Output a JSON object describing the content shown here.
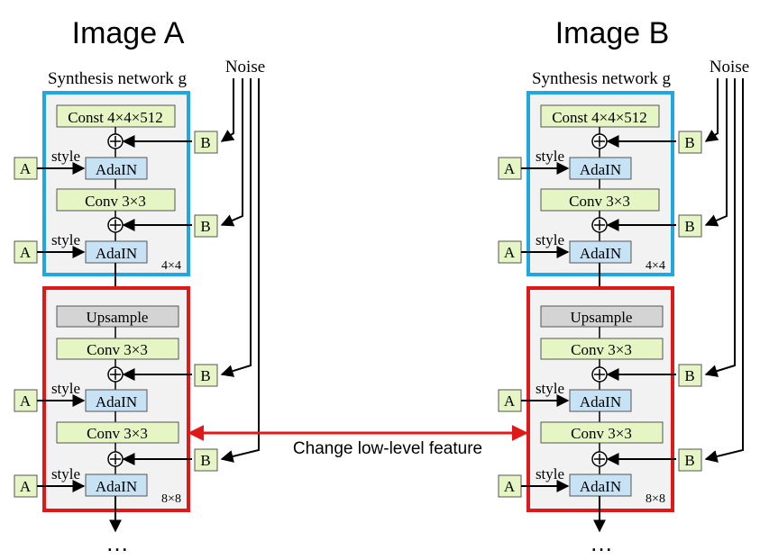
{
  "panels": [
    {
      "id": "a",
      "title": "Image A",
      "network_label": "Synthesis network g",
      "noise_label": "Noise",
      "const_label": "Const 4×4×512",
      "conv_label": "Conv 3×3",
      "upsample_label": "Upsample",
      "adain_label": "AdaIN",
      "style_label": "style",
      "a_label": "A",
      "b_label": "B",
      "block1_res": "4×4",
      "block2_res": "8×8",
      "more": "…"
    },
    {
      "id": "b",
      "title": "Image B",
      "network_label": "Synthesis network g",
      "noise_label": "Noise",
      "const_label": "Const 4×4×512",
      "conv_label": "Conv 3×3",
      "upsample_label": "Upsample",
      "adain_label": "AdaIN",
      "style_label": "style",
      "a_label": "A",
      "b_label": "B",
      "block1_res": "4×4",
      "block2_res": "8×8",
      "more": "…"
    }
  ],
  "connector_label": "Change low-level feature",
  "colors": {
    "block1_border": "#1ea7e1",
    "block2_border": "#e01818",
    "connector": "#e01818",
    "green_box": "#e6f5c4",
    "blue_box": "#c7e1f5",
    "gray_box": "#d4d4d4",
    "block_fill": "#f2f2f2"
  }
}
